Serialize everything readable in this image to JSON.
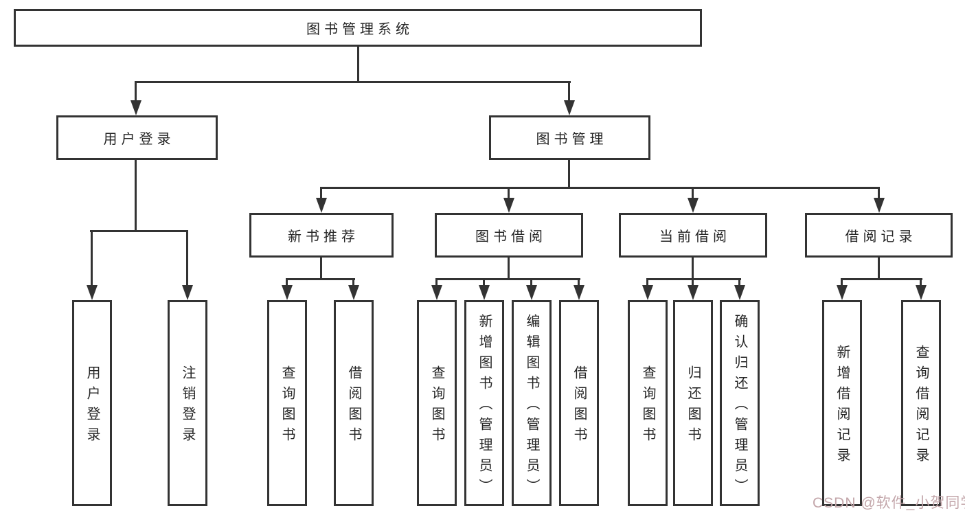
{
  "root": {
    "label": "图书管理系统"
  },
  "user_login_branch": {
    "label": "用户登录",
    "children": [
      "用户登录",
      "注销登录"
    ]
  },
  "book_mgmt_branch": {
    "label": "图书管理",
    "sections": [
      {
        "label": "新书推荐",
        "children": [
          "查询图书",
          "借阅图书"
        ]
      },
      {
        "label": "图书借阅",
        "children": [
          "查询图书",
          "新增图书（管理员）",
          "编辑图书（管理员）",
          "借阅图书"
        ]
      },
      {
        "label": "当前借阅",
        "children": [
          "查询图书",
          "归还图书",
          "确认归还（管理员）"
        ]
      },
      {
        "label": "借阅记录",
        "children": [
          "新增借阅记录",
          "查询借阅记录"
        ]
      }
    ]
  },
  "watermark": {
    "text": "CSDN @软件_小贺同学",
    "color": "#c3a6aa"
  },
  "colors": {
    "line": "#333333",
    "text": "#262626",
    "background": "#ffffff"
  }
}
